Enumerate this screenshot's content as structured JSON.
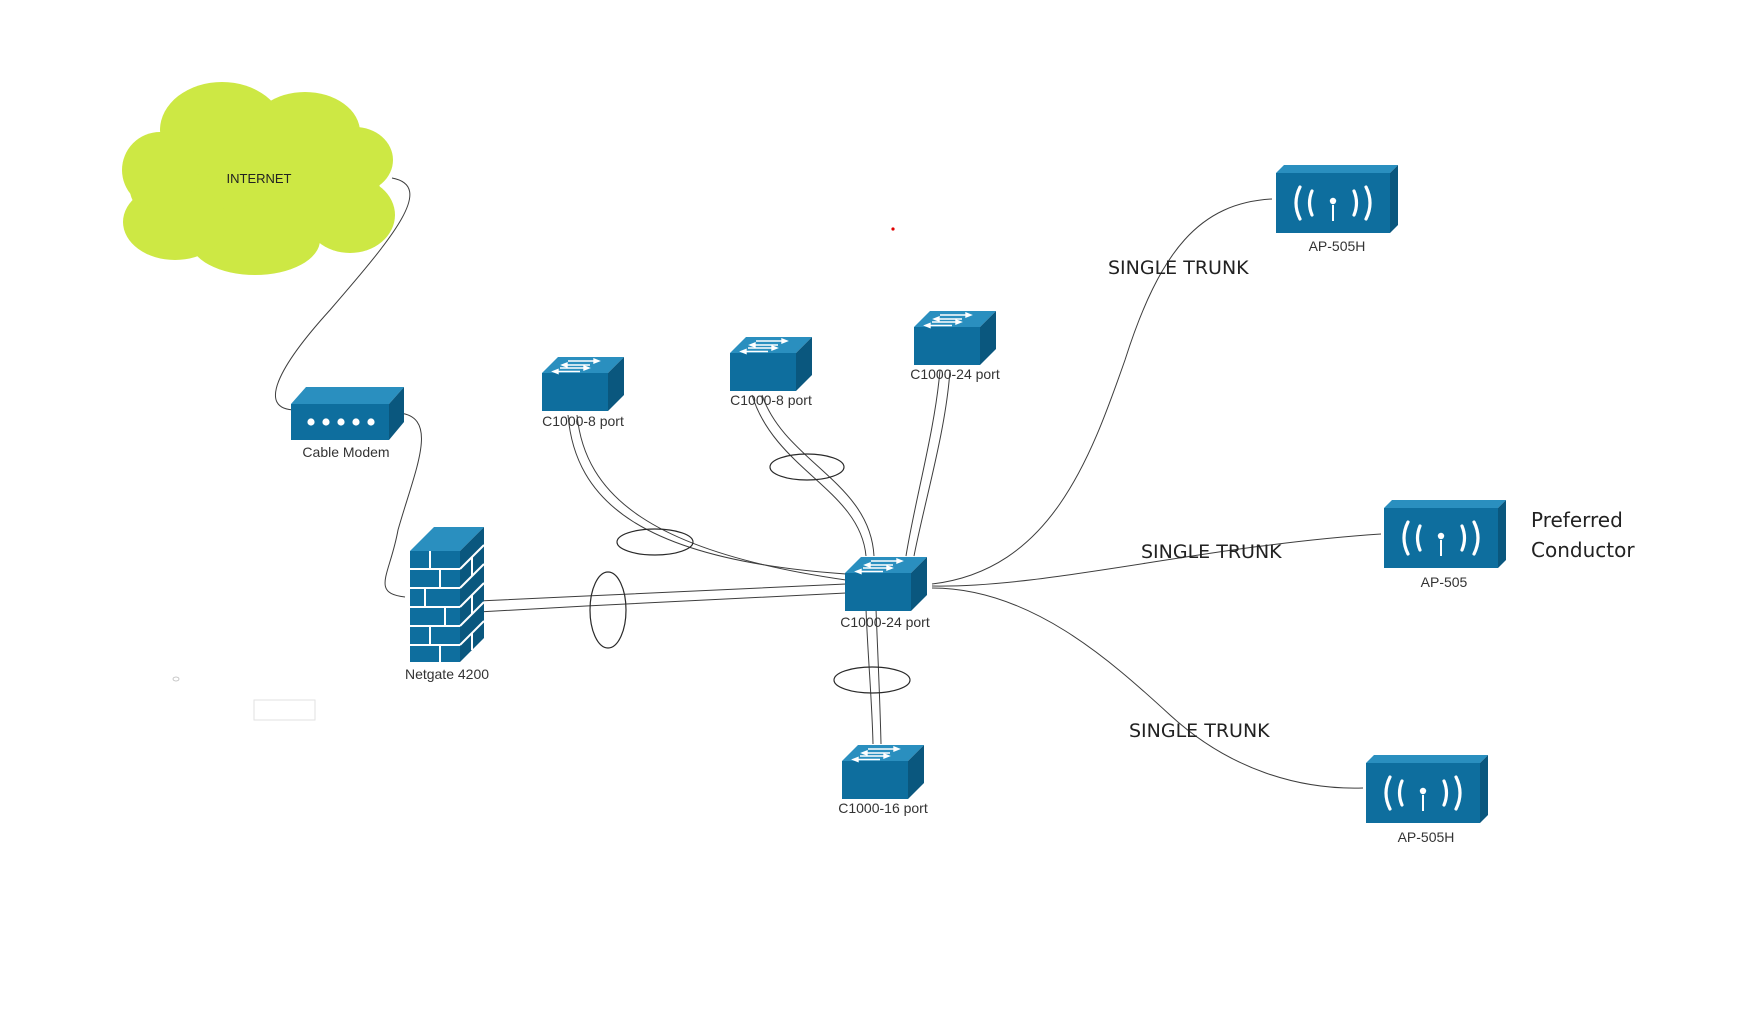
{
  "diagram": {
    "cloud_label": "INTERNET",
    "cloud_color": "#cde844",
    "device_color": "#0e6e9e",
    "devices": {
      "modem": "Cable Modem",
      "firewall": "Netgate 4200",
      "sw_left8": "C1000-8 port",
      "sw_mid8": "C1000-8 port",
      "sw_top24": "C1000-24 port",
      "sw_core24": "C1000-24 port",
      "sw_16": "C1000-16 port",
      "ap_top": "AP-505H",
      "ap_mid": "AP-505",
      "ap_bottom": "AP-505H"
    },
    "links": {
      "trunk_top": "SINGLE TRUNK",
      "trunk_mid": "SINGLE TRUNK",
      "trunk_bottom": "SINGLE TRUNK"
    },
    "notes": {
      "preferred_line1": "Preferred",
      "preferred_line2": "Conductor"
    },
    "icons": [
      "cloud-icon",
      "modem-icon",
      "firewall-icon",
      "switch-icon",
      "access-point-icon"
    ]
  }
}
